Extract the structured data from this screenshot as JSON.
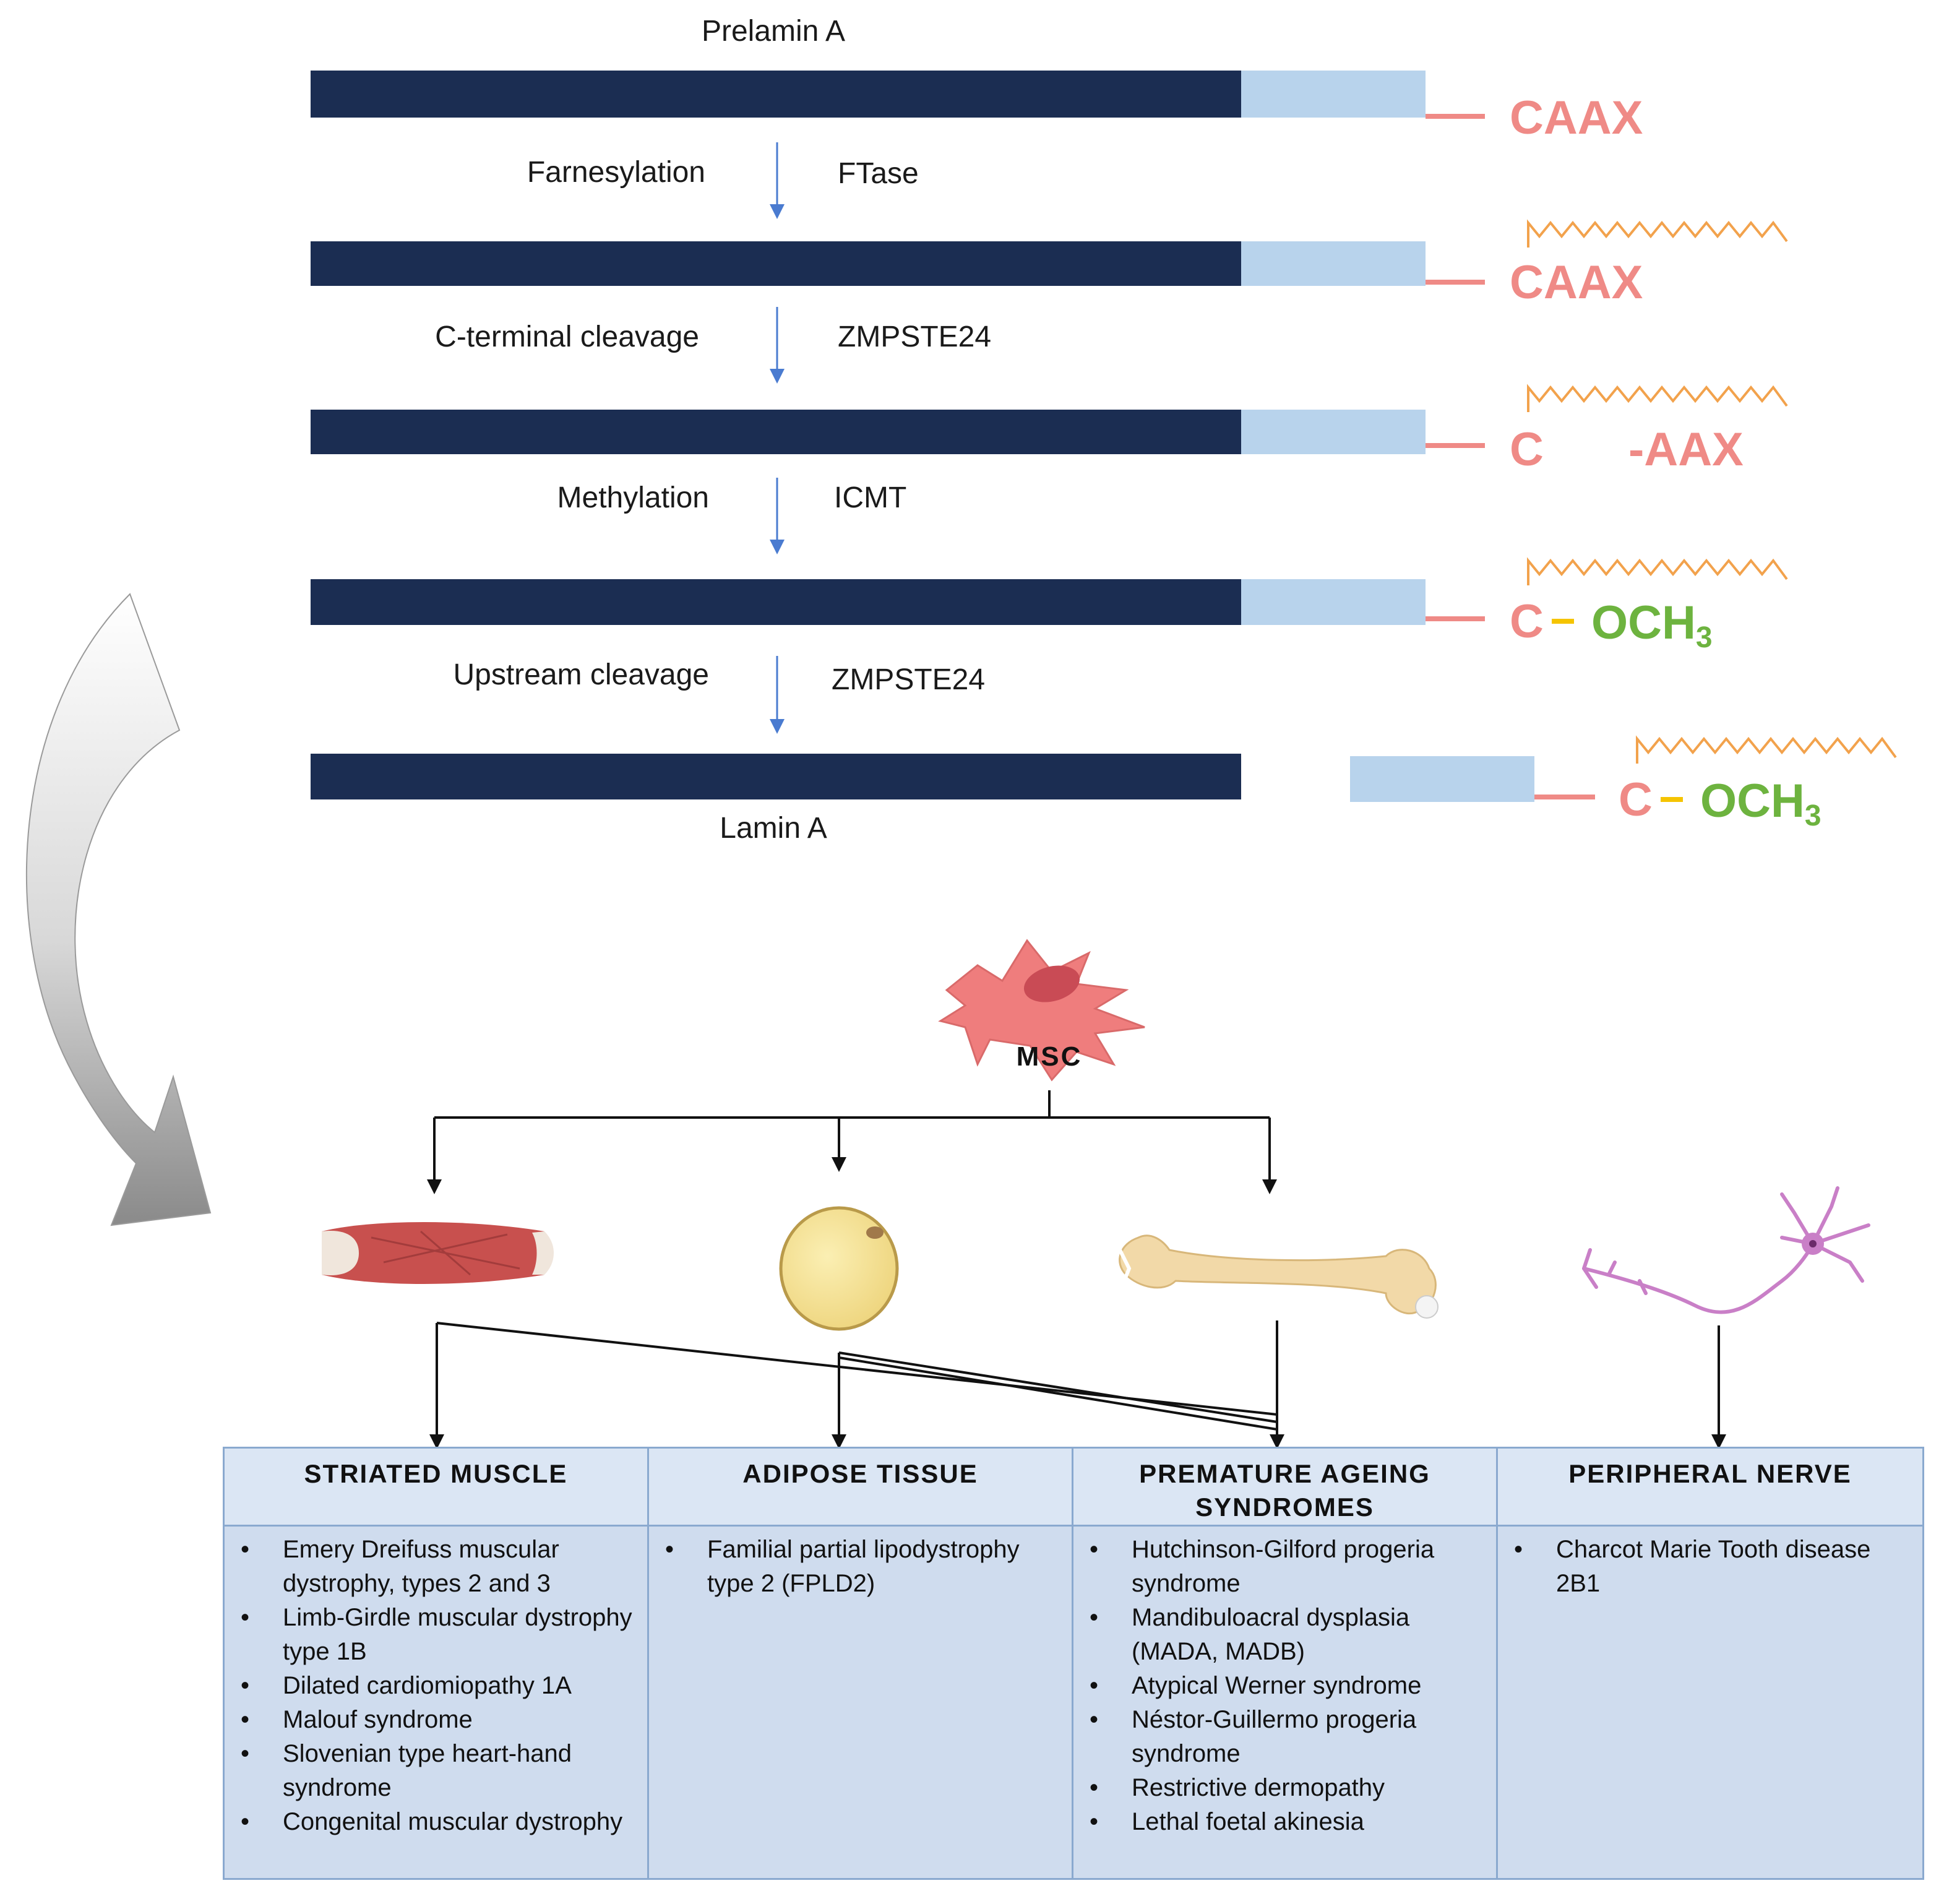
{
  "pathway": {
    "precursor_label": "Prelamin A",
    "product_label": "Lamin A",
    "steps": [
      {
        "process": "Farnesylation",
        "enzyme": "FTase"
      },
      {
        "process": "C-terminal cleavage",
        "enzyme": "ZMPSTE24"
      },
      {
        "process": "Methylation",
        "enzyme": "ICMT"
      },
      {
        "process": "Upstream cleavage",
        "enzyme": "ZMPSTE24"
      }
    ],
    "tags": {
      "caax": "CAAX",
      "c": "C",
      "aax": "-AAX",
      "och": "OCH",
      "sub3": "3"
    }
  },
  "lineage": {
    "msc_label": "MSC"
  },
  "colors": {
    "navy": "#1b2d52",
    "light_blue": "#b8d3ec",
    "salmon": "#ef8a86",
    "green": "#6db33f",
    "orange": "#f2a24c",
    "yellow": "#f5c400",
    "arrow_blue": "#4a7bd0"
  },
  "table": {
    "columns": [
      {
        "header": "STRIATED MUSCLE",
        "items": [
          "Emery Dreifuss muscular dystrophy, types 2 and 3",
          "Limb-Girdle muscular dystrophy type 1B",
          "Dilated cardiomiopathy 1A",
          "Malouf syndrome",
          "Slovenian type heart-hand syndrome",
          "Congenital muscular dystrophy"
        ]
      },
      {
        "header": "ADIPOSE TISSUE",
        "items": [
          "Familial partial lipodystrophy type 2 (FPLD2)"
        ]
      },
      {
        "header": "PREMATURE AGEING SYNDROMES",
        "items": [
          "Hutchinson-Gilford progeria syndrome",
          "Mandibuloacral dysplasia (MADA, MADB)",
          "Atypical Werner syndrome",
          "Néstor-Guillermo progeria syndrome",
          "Restrictive dermopathy",
          "Lethal foetal akinesia"
        ]
      },
      {
        "header": "PERIPHERAL NERVE",
        "items": [
          "Charcot Marie Tooth disease 2B1"
        ]
      }
    ]
  }
}
